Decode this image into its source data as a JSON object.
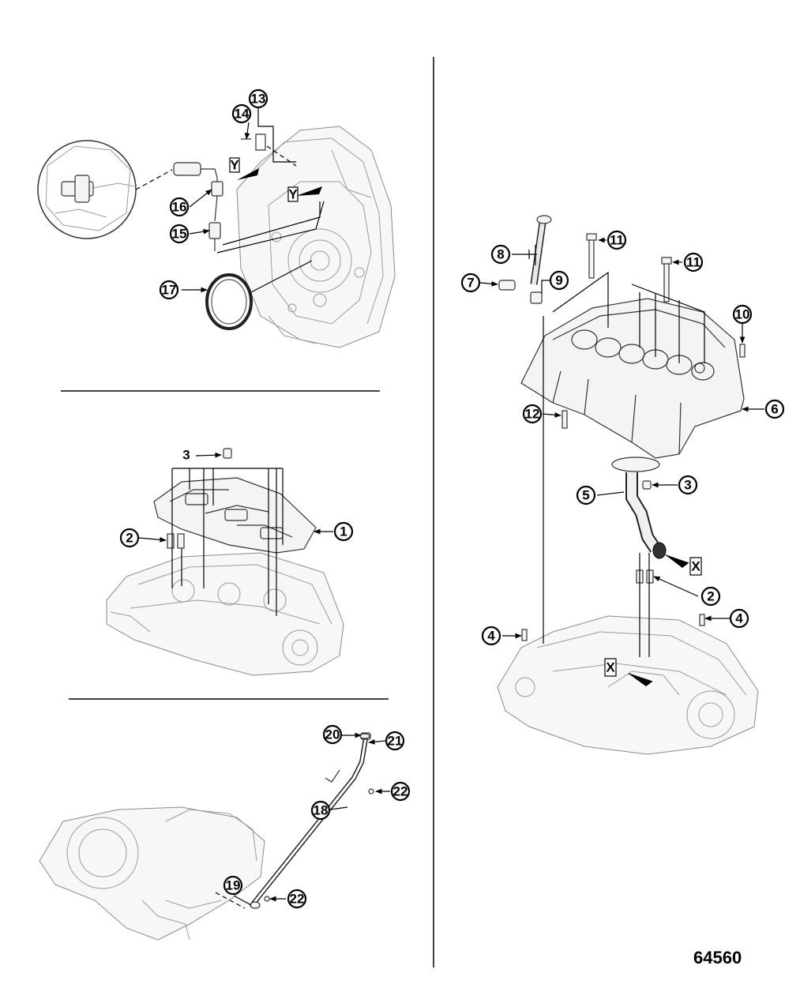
{
  "callouts": {
    "c1": "1",
    "c2a": "2",
    "c2b": "2",
    "c3a": "3",
    "c3b": "3",
    "c4a": "4",
    "c4b": "4",
    "c5": "5",
    "c6": "6",
    "c7": "7",
    "c8": "8",
    "c9": "9",
    "c10": "10",
    "c11a": "11",
    "c11b": "11",
    "c12": "12",
    "c13": "13",
    "c14": "14",
    "c15": "15",
    "c16": "16",
    "c17": "17",
    "c18": "18",
    "c19": "19",
    "c20": "20",
    "c21": "21",
    "c22a": "22",
    "c22b": "22"
  },
  "reference_letters": {
    "y1": "Y",
    "y2": "Y",
    "x1": "X",
    "x2": "X"
  },
  "figure_number": "64560"
}
